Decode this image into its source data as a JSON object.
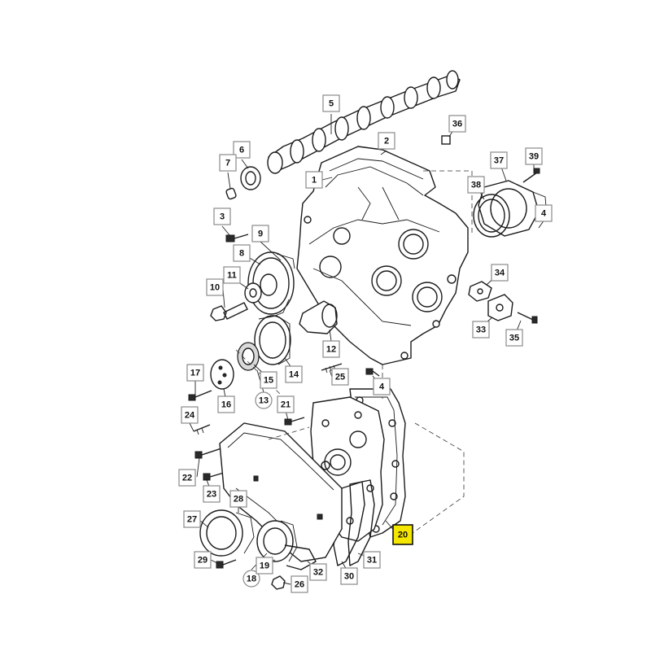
{
  "callouts": [
    {
      "label": "1",
      "shape": "box"
    },
    {
      "label": "2",
      "shape": "box"
    },
    {
      "label": "3",
      "shape": "box"
    },
    {
      "label": "4",
      "shape": "box"
    },
    {
      "label": "4",
      "shape": "box"
    },
    {
      "label": "5",
      "shape": "box"
    },
    {
      "label": "6",
      "shape": "box"
    },
    {
      "label": "7",
      "shape": "box"
    },
    {
      "label": "8",
      "shape": "box"
    },
    {
      "label": "9",
      "shape": "box"
    },
    {
      "label": "10",
      "shape": "box"
    },
    {
      "label": "11",
      "shape": "box"
    },
    {
      "label": "12",
      "shape": "box"
    },
    {
      "label": "13",
      "shape": "circle"
    },
    {
      "label": "14",
      "shape": "box"
    },
    {
      "label": "15",
      "shape": "box"
    },
    {
      "label": "16",
      "shape": "box"
    },
    {
      "label": "17",
      "shape": "box"
    },
    {
      "label": "18",
      "shape": "circle"
    },
    {
      "label": "19",
      "shape": "box"
    },
    {
      "label": "20",
      "shape": "box",
      "highlighted": true
    },
    {
      "label": "21",
      "shape": "box"
    },
    {
      "label": "22",
      "shape": "box"
    },
    {
      "label": "23",
      "shape": "box"
    },
    {
      "label": "24",
      "shape": "box"
    },
    {
      "label": "25",
      "shape": "box"
    },
    {
      "label": "26",
      "shape": "box"
    },
    {
      "label": "27",
      "shape": "box"
    },
    {
      "label": "28",
      "shape": "box"
    },
    {
      "label": "29",
      "shape": "box"
    },
    {
      "label": "30",
      "shape": "box"
    },
    {
      "label": "31",
      "shape": "box"
    },
    {
      "label": "32",
      "shape": "box"
    },
    {
      "label": "33",
      "shape": "box"
    },
    {
      "label": "34",
      "shape": "box"
    },
    {
      "label": "35",
      "shape": "box"
    },
    {
      "label": "36",
      "shape": "box"
    },
    {
      "label": "37",
      "shape": "box"
    },
    {
      "label": "38",
      "shape": "box"
    },
    {
      "label": "39",
      "shape": "box"
    }
  ],
  "colors": {
    "highlight": "#f5e600",
    "callout_border": "#8a8a8a",
    "line": "#1b1b1b"
  }
}
